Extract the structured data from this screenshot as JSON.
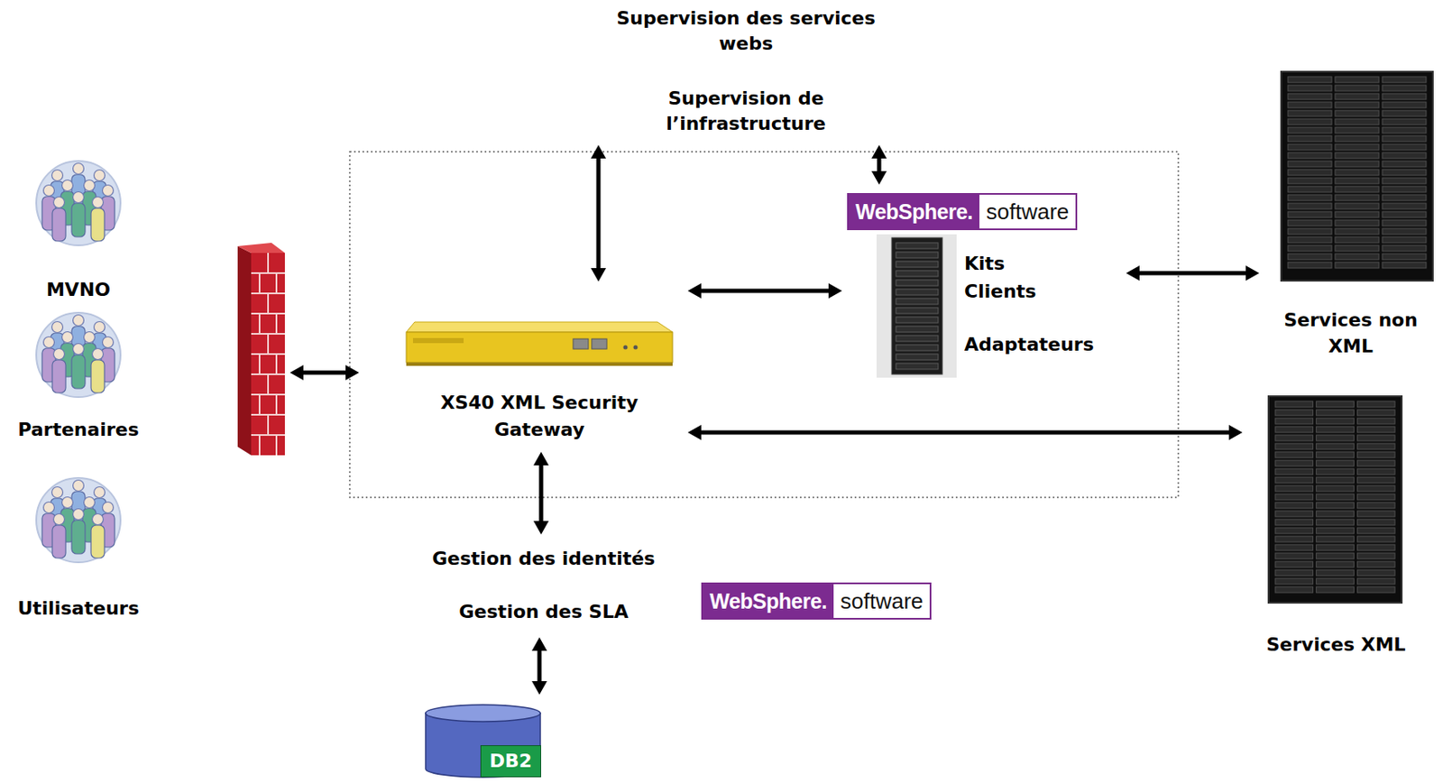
{
  "diagram": {
    "nodes": [
      {
        "text": [
          "MVNO"
        ]
      },
      {
        "text": [
          "Partenaires"
        ]
      },
      {
        "text": [
          "Utilisateurs"
        ]
      },
      {
        "text": [
          "XS40 XML Security Gateway"
        ]
      },
      {
        "text": [
          "Supervision des services webs",
          "Supervision de l’infrastructure"
        ]
      },
      {
        "text": [
          "WebSphere.",
          "software",
          "Kits Clients",
          "Adaptateurs"
        ]
      },
      {
        "text": [
          "Services non XML"
        ]
      },
      {
        "text": [
          "Services XML"
        ]
      },
      {
        "text": [
          "Gestion des identités",
          "Gestion des SLA"
        ]
      },
      {
        "text": [
          "DB2"
        ]
      }
    ],
    "edges": [
      {
        "from": 3,
        "to": 4,
        "arrow": "both"
      },
      {
        "from": 5,
        "to": 4,
        "arrow": "both"
      },
      {
        "from": 3,
        "to": 5,
        "arrow": "both"
      },
      {
        "from": 5,
        "to": 6,
        "arrow": "both"
      },
      {
        "from": 3,
        "to": 7,
        "arrow": "both"
      },
      {
        "from": 3,
        "to": 8,
        "arrow": "both"
      },
      {
        "from": 8,
        "to": 9,
        "arrow": "both"
      }
    ],
    "labels": [
      "WebSphere.",
      "software"
    ]
  }
}
